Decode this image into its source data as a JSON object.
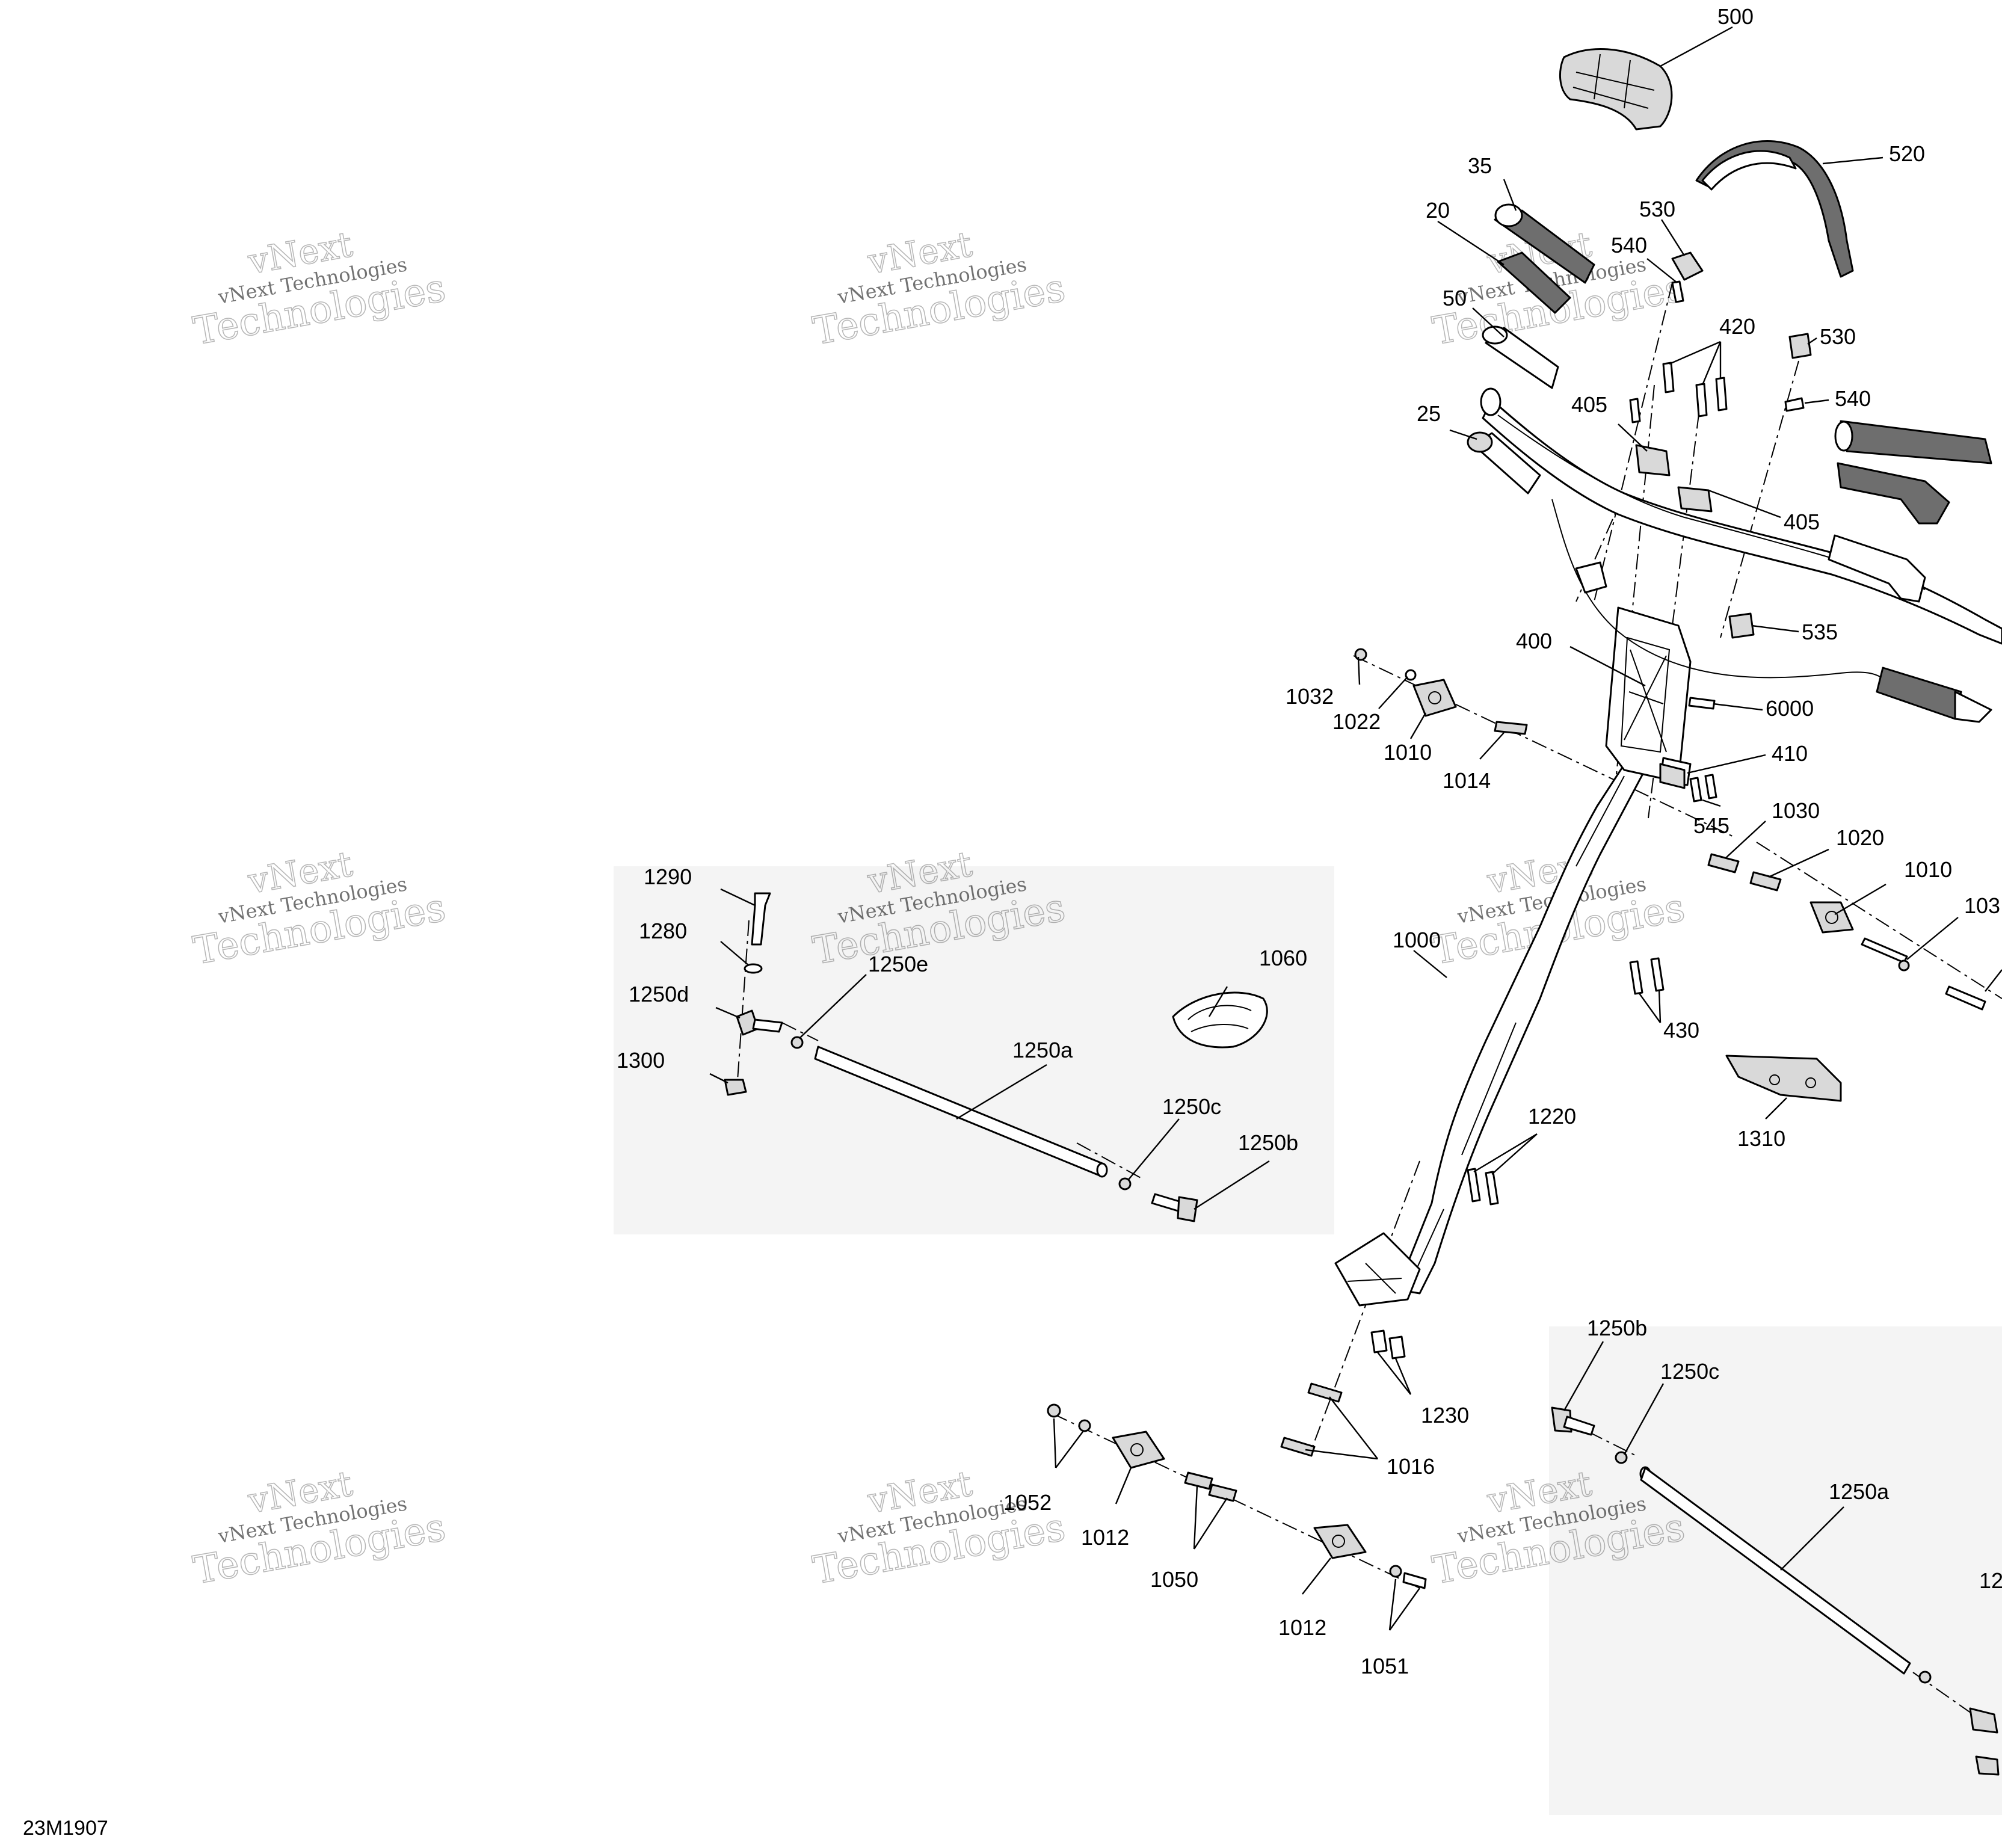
{
  "diagram_code": "23M1907",
  "watermark": {
    "line1": "vNext Technologies",
    "line2": "Technologies",
    "line3": "vNext"
  },
  "callouts": {
    "c500": "500",
    "c520": "520",
    "c35": "35",
    "c530a": "530",
    "c20": "20",
    "c540a": "540",
    "c50": "50",
    "c420": "420",
    "c530b": "530",
    "c540b": "540",
    "c25": "25",
    "c405a": "405",
    "c405b": "405",
    "c535": "535",
    "c400": "400",
    "c6000": "6000",
    "c1032a": "1032",
    "c1022": "1022",
    "c1010a": "1010",
    "c1014": "1014",
    "c410": "410",
    "c545": "545",
    "c1030": "1030",
    "c1020": "1020",
    "c1010b": "1010",
    "c103x": "103",
    "c430": "430",
    "c1310": "1310",
    "c1000": "1000",
    "c1290": "1290",
    "c1280": "1280",
    "c1250d": "1250d",
    "c1250e": "1250e",
    "c1060": "1060",
    "c1250aL": "1250a",
    "c1300": "1300",
    "c1250cL": "1250c",
    "c1250bL": "1250b",
    "c1220": "1220",
    "c1230": "1230",
    "c1016": "1016",
    "c1052": "1052",
    "c1012a": "1012",
    "c1050": "1050",
    "c1012b": "1012",
    "c1051": "1051",
    "c1250bR": "1250b",
    "c1250cR": "1250c",
    "c1250aR": "1250a",
    "c12x": "12"
  }
}
